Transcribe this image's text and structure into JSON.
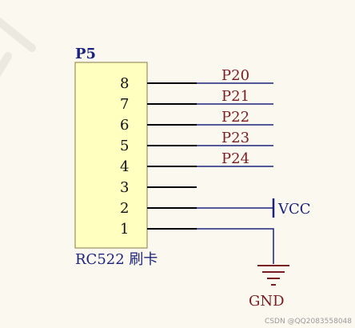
{
  "component": {
    "designator": "P5",
    "description": "RC522 刷卡",
    "body_fill": "#ffffc0",
    "body_stroke": "#8a7a4a",
    "pins": [
      {
        "number": "8",
        "net": "P20",
        "kind": "net"
      },
      {
        "number": "7",
        "net": "P21",
        "kind": "net"
      },
      {
        "number": "6",
        "net": "P22",
        "kind": "net"
      },
      {
        "number": "5",
        "net": "P23",
        "kind": "net"
      },
      {
        "number": "4",
        "net": "P24",
        "kind": "net"
      },
      {
        "number": "3",
        "net": "",
        "kind": "none"
      },
      {
        "number": "2",
        "net": "VCC",
        "kind": "power"
      },
      {
        "number": "1",
        "net": "GND",
        "kind": "ground"
      }
    ]
  },
  "power": {
    "vcc_label": "VCC",
    "gnd_label": "GND"
  },
  "colors": {
    "wire": "#1a237e",
    "pin": "#000000",
    "net_label": "#7a1c22"
  },
  "watermark": "CSDN @QQ2083558048"
}
